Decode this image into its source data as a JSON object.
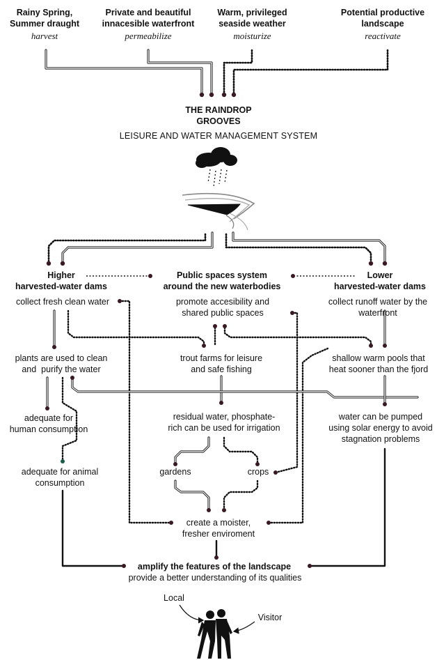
{
  "inputs": [
    {
      "title": "Rainy Spring,\nSummer draught",
      "verb": "harvest"
    },
    {
      "title": "Private and beautiful\ninnacesible waterfront",
      "verb": "permeabilize"
    },
    {
      "title": "Warm, privileged\nseaside weather",
      "verb": "moisturize"
    },
    {
      "title": "Potential productive\nlandscape",
      "verb": "reactivate"
    }
  ],
  "system": {
    "title": "THE RAINDROP\nGROOVES",
    "subtitle": "LEISURE AND WATER MANAGEMENT SYSTEM"
  },
  "columns": {
    "higher": {
      "title": "Higher\nharvested-water dams",
      "desc": "collect fresh clean water"
    },
    "public": {
      "title": "Public spaces system\naround the new waterbodies",
      "desc": "promote accesibility and\nshared public spaces"
    },
    "lower": {
      "title": "Lower\nharvested-water dams",
      "desc": "collect runoff water by the\nwaterfront"
    }
  },
  "nodes": {
    "plants": "plants are used to clean\nand  purify the water",
    "trout": "trout farms for leisure\nand safe fishing",
    "pools": "shallow warm pools that\nheat sooner than the fjord",
    "human": "adequate for\nhuman consumption",
    "residual": "residual water, phosphate-\nrich can be used for irrigation",
    "pumped": "water can be pumped\nusing solar energy to avoid\nstagnation problems",
    "animal": "adequate for animal\nconsumption",
    "gardens": "gardens",
    "crops": "crops",
    "moister": "create a moister,\nfresher enviroment",
    "amplify": "amplify the features of the landscape",
    "understand": "provide a better understanding of its qualities"
  },
  "people": {
    "local": "Local",
    "visitor": "Visitor"
  }
}
